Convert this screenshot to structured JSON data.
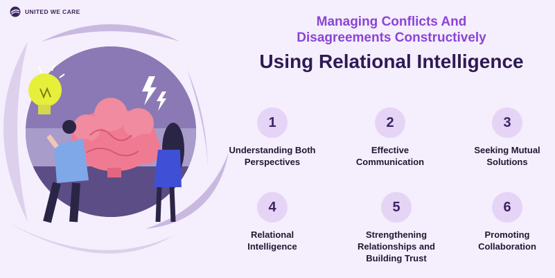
{
  "brand": {
    "name": "UNITED WE CARE",
    "color": "#3a2560",
    "icon": "globe-swirl-logo"
  },
  "title": {
    "line1": "Managing Conflicts And",
    "line2": "Disagreements Constructively",
    "main": "Using Relational Intelligence",
    "line_color": "#8a45d6",
    "main_color": "#2d1a55"
  },
  "steps": [
    {
      "number": "1",
      "label": "Understanding Both\nPerspectives"
    },
    {
      "number": "2",
      "label": "Effective\nCommunication"
    },
    {
      "number": "3",
      "label": "Seeking Mutual\nSolutions"
    },
    {
      "number": "4",
      "label": "Relational\nIntelligence"
    },
    {
      "number": "5",
      "label": "Strengthening\nRelationships and\nBuilding Trust"
    },
    {
      "number": "6",
      "label": "Promoting\nCollaboration"
    }
  ],
  "illustration": {
    "icons": [
      "lightbulb-icon",
      "lightning-icon",
      "brain-icon",
      "man-figure",
      "woman-figure"
    ],
    "accent": "#6e5b9a"
  },
  "colors": {
    "background": "#f5eefc",
    "badge": "#e6d4f6",
    "badge_text": "#3b2566"
  }
}
